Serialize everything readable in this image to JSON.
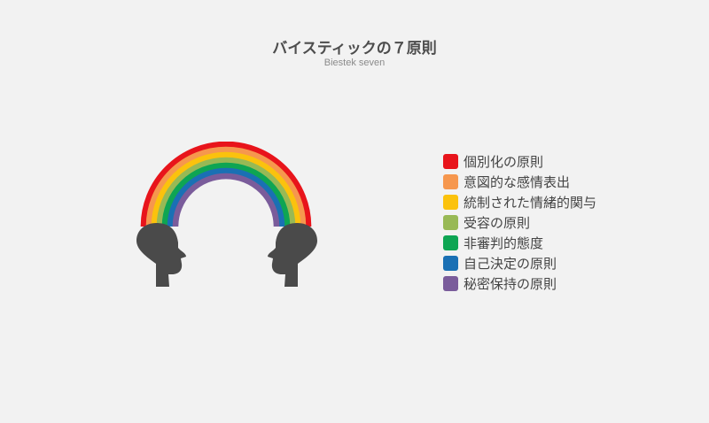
{
  "title": "バイスティックの７原則",
  "subtitle": "Biestek seven",
  "diagram": {
    "left_head_icon": "head-facing-right-icon",
    "right_head_icon": "head-facing-left-icon",
    "head_color": "#4a4a4a"
  },
  "legend": {
    "items": [
      {
        "label": "個別化の原則",
        "color": "#e8141b"
      },
      {
        "label": "意図的な感情表出",
        "color": "#f6974e"
      },
      {
        "label": "統制された情緒的関与",
        "color": "#fbc20d"
      },
      {
        "label": "受容の原則",
        "color": "#98b955"
      },
      {
        "label": "非審判的態度",
        "color": "#0ea553"
      },
      {
        "label": "自己決定の原則",
        "color": "#1a70b4"
      },
      {
        "label": "秘密保持の原則",
        "color": "#7a5c9b"
      }
    ]
  }
}
